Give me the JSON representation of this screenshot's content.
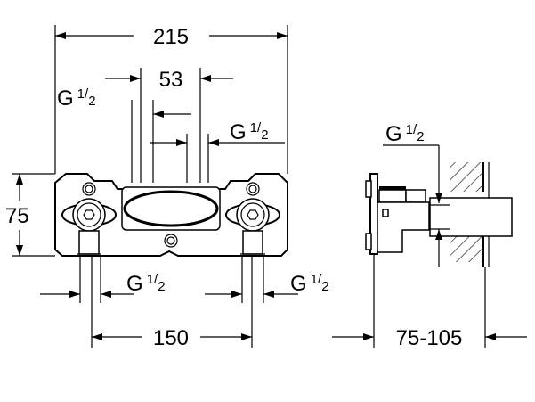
{
  "dimensions": {
    "overall_width": "215",
    "center_spacing": "53",
    "height": "75",
    "outlet_spacing": "150",
    "wall_depth": "75-105"
  },
  "thread": {
    "prefix": "G",
    "numerator": "1",
    "denominator": "2"
  },
  "colors": {
    "line": "#000000",
    "background": "#ffffff"
  }
}
